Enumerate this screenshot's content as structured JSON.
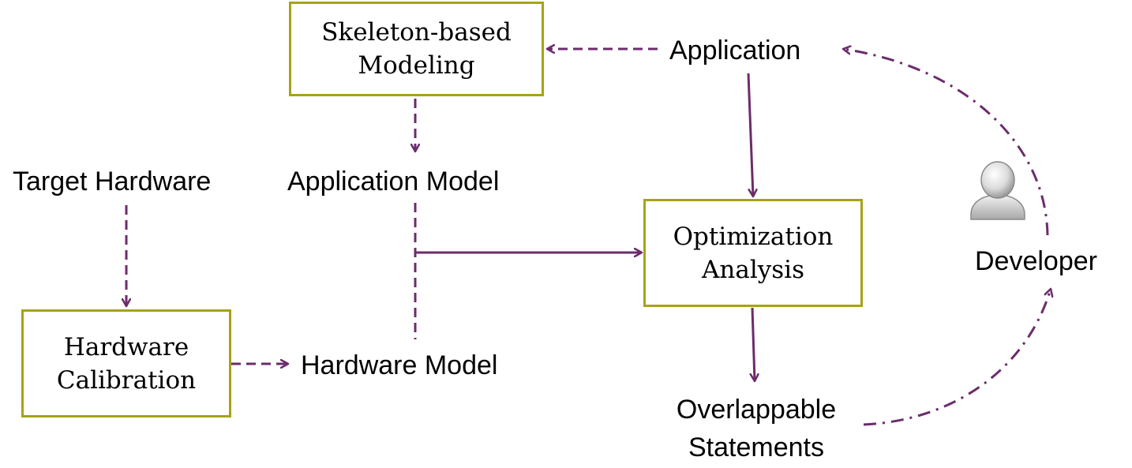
{
  "nodes": {
    "skeleton_modeling": {
      "line1": "Skeleton-based",
      "line2": "Modeling"
    },
    "application": "Application",
    "application_model": "Application Model",
    "target_hardware": "Target Hardware",
    "hardware_calibration": {
      "line1": "Hardware",
      "line2": "Calibration"
    },
    "hardware_model": "Hardware Model",
    "optimization_analysis": {
      "line1": "Optimization",
      "line2": "Analysis"
    },
    "overlappable_statements": {
      "line1": "Overlappable",
      "line2": "Statements"
    },
    "developer": "Developer"
  },
  "edges": [
    {
      "from": "application",
      "to": "skeleton_modeling",
      "style": "dashed"
    },
    {
      "from": "skeleton_modeling",
      "to": "application_model",
      "style": "dashed"
    },
    {
      "from": "application",
      "to": "optimization_analysis",
      "style": "solid"
    },
    {
      "from": "application_model",
      "to": "optimization_analysis",
      "style": "dashed-then-solid"
    },
    {
      "from": "hardware_model",
      "to": "optimization_analysis",
      "style": "dashed-then-solid"
    },
    {
      "from": "target_hardware",
      "to": "hardware_calibration",
      "style": "dashed"
    },
    {
      "from": "hardware_calibration",
      "to": "hardware_model",
      "style": "dashed"
    },
    {
      "from": "optimization_analysis",
      "to": "overlappable_statements",
      "style": "solid"
    },
    {
      "from": "overlappable_statements",
      "to": "developer",
      "style": "dash-dot"
    },
    {
      "from": "developer",
      "to": "application",
      "style": "dash-dot"
    }
  ],
  "colors": {
    "edge": "#6b2c6b",
    "box_border": "#a5a319"
  },
  "icons": {
    "developer": "user-avatar-icon"
  }
}
